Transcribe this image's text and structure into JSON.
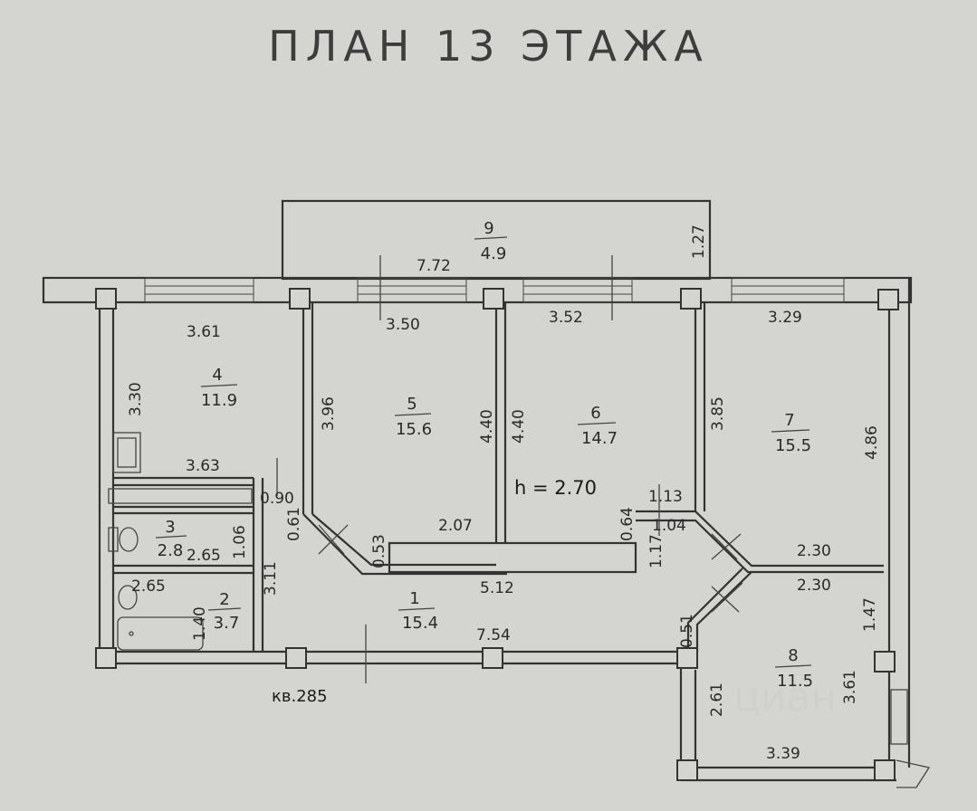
{
  "title": "ПЛАН 13 ЭТАЖА",
  "apartment_label": "кв.285",
  "ceiling_height": "h = 2.70",
  "rooms": [
    {
      "id": "r1",
      "number": "1",
      "area": "15.4"
    },
    {
      "id": "r2",
      "number": "2",
      "area": "3.7"
    },
    {
      "id": "r3",
      "number": "3",
      "area": "2.8"
    },
    {
      "id": "r4",
      "number": "4",
      "area": "11.9"
    },
    {
      "id": "r5",
      "number": "5",
      "area": "15.6"
    },
    {
      "id": "r6",
      "number": "6",
      "area": "14.7"
    },
    {
      "id": "r7",
      "number": "7",
      "area": "15.5"
    },
    {
      "id": "r8",
      "number": "8",
      "area": "11.5"
    },
    {
      "id": "r9",
      "number": "9",
      "area": "4.9"
    }
  ],
  "dimensions": {
    "balcony_len": "7.72",
    "balcony_w": "1.27",
    "r4_top": "3.61",
    "r4_side": "3.30",
    "r4_bottom": "3.63",
    "r5_top": "3.50",
    "r5_side": "3.96",
    "r5_right": "4.40",
    "r5_bottom": "2.07",
    "r5_diag": "0.53",
    "r6_top": "3.52",
    "r6_left": "4.40",
    "r6_small": "0.64",
    "r7_top": "3.29",
    "r7_left": "3.85",
    "r7_right": "4.86",
    "r7_bottom": "2.30",
    "hall_113": "1.13",
    "hall_104": "1.04",
    "hall_117": "1.17",
    "r8_top": "2.30",
    "r8_right_upper": "1.47",
    "r8_diag": "0.51",
    "r8_left": "2.61",
    "r8_right": "3.61",
    "r8_bottom": "3.39",
    "corr_090": "0.90",
    "corr_061": "0.61",
    "corr_311": "3.11",
    "r3_265": "2.65",
    "r3_106": "1.06",
    "r2_265": "2.65",
    "r2_140": "1.40",
    "hall_512": "5.12",
    "hall_754": "7.54"
  }
}
